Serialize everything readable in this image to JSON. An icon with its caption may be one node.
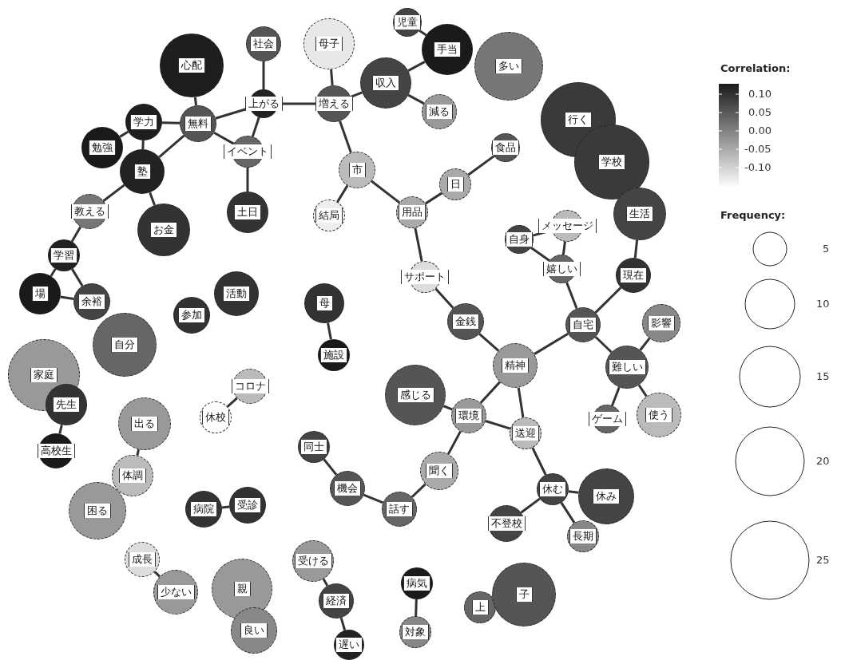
{
  "diagram": {
    "nodes": [
      {
        "text": [
          "心配"
        ]
      },
      {
        "text": [
          "社会"
        ]
      },
      {
        "text": [
          "母子"
        ]
      },
      {
        "text": [
          "児童"
        ]
      },
      {
        "text": [
          "手当"
        ]
      },
      {
        "text": [
          "多い"
        ]
      },
      {
        "text": [
          "収入"
        ]
      },
      {
        "text": [
          "上がる"
        ]
      },
      {
        "text": [
          "増える"
        ]
      },
      {
        "text": [
          "減る"
        ]
      },
      {
        "text": [
          "学力"
        ]
      },
      {
        "text": [
          "無料"
        ]
      },
      {
        "text": [
          "勉強"
        ]
      },
      {
        "text": [
          "イベント"
        ]
      },
      {
        "text": [
          "塾"
        ]
      },
      {
        "text": [
          "市"
        ]
      },
      {
        "text": [
          "日"
        ]
      },
      {
        "text": [
          "食品"
        ]
      },
      {
        "text": [
          "行く"
        ]
      },
      {
        "text": [
          "学校"
        ]
      },
      {
        "text": [
          "教える"
        ]
      },
      {
        "text": [
          "お金"
        ]
      },
      {
        "text": [
          "土日"
        ]
      },
      {
        "text": [
          "結局"
        ]
      },
      {
        "text": [
          "用品"
        ]
      },
      {
        "text": [
          "生活"
        ]
      },
      {
        "text": [
          "自身"
        ]
      },
      {
        "text": [
          "メッセージ"
        ]
      },
      {
        "text": [
          "学習"
        ]
      },
      {
        "text": [
          "嬉しい"
        ]
      },
      {
        "text": [
          "サポート"
        ]
      },
      {
        "text": [
          "現在"
        ]
      },
      {
        "text": [
          "場"
        ]
      },
      {
        "text": [
          "余裕"
        ]
      },
      {
        "text": [
          "参加"
        ]
      },
      {
        "text": [
          "活動"
        ]
      },
      {
        "text": [
          "母"
        ]
      },
      {
        "text": [
          "自分"
        ]
      },
      {
        "text": [
          "金銭"
        ]
      },
      {
        "text": [
          "自宅"
        ]
      },
      {
        "text": [
          "影響"
        ]
      },
      {
        "text": [
          "施設"
        ]
      },
      {
        "text": [
          "家庭"
        ]
      },
      {
        "text": [
          "精神"
        ]
      },
      {
        "text": [
          "難しい"
        ]
      },
      {
        "text": [
          "感じる"
        ]
      },
      {
        "text": [
          "コロナ"
        ]
      },
      {
        "text": [
          "休校"
        ]
      },
      {
        "text": [
          "先生"
        ]
      },
      {
        "text": [
          "出る"
        ]
      },
      {
        "text": [
          "環境"
        ]
      },
      {
        "text": [
          "送迎"
        ]
      },
      {
        "text": [
          "ゲーム"
        ]
      },
      {
        "text": [
          "使う"
        ]
      },
      {
        "text": [
          "高校生"
        ]
      },
      {
        "text": [
          "同士"
        ]
      },
      {
        "text": [
          "体調"
        ]
      },
      {
        "text": [
          "聞く"
        ]
      },
      {
        "text": [
          "機会"
        ]
      },
      {
        "text": [
          "話す"
        ]
      },
      {
        "text": [
          "困る"
        ]
      },
      {
        "text": [
          "病院"
        ]
      },
      {
        "text": [
          "受診"
        ]
      },
      {
        "text": [
          "休む"
        ]
      },
      {
        "text": [
          "休み"
        ]
      },
      {
        "text": [
          "不登校"
        ]
      },
      {
        "text": [
          "長期"
        ]
      },
      {
        "text": [
          "成長"
        ]
      },
      {
        "text": [
          "少ない"
        ]
      },
      {
        "text": [
          "親"
        ]
      },
      {
        "text": [
          "良い"
        ]
      },
      {
        "text": [
          "受ける"
        ]
      },
      {
        "text": [
          "経済"
        ]
      },
      {
        "text": [
          "遅い"
        ]
      },
      {
        "text": [
          "病気"
        ]
      },
      {
        "text": [
          "対象"
        ]
      },
      {
        "text": [
          "上"
        ]
      },
      {
        "text": [
          "子"
        ]
      }
    ],
    "edges": [
      {
        "from": 0,
        "to": 11,
        "arrow": "none"
      },
      {
        "from": 1,
        "to": 7,
        "arrow": "none"
      },
      {
        "from": 2,
        "to": 8,
        "arrow": "none"
      },
      {
        "from": 7,
        "to": 8,
        "arrow": "none"
      },
      {
        "from": 11,
        "to": 7,
        "arrow": "none"
      },
      {
        "from": 8,
        "to": 6,
        "arrow": "none"
      },
      {
        "from": 6,
        "to": 4,
        "arrow": "none"
      },
      {
        "from": 3,
        "to": 4,
        "arrow": "none"
      },
      {
        "from": 6,
        "to": 9,
        "arrow": "none"
      },
      {
        "from": 10,
        "to": 11,
        "arrow": "none"
      },
      {
        "from": 10,
        "to": 12,
        "arrow": "none"
      },
      {
        "from": 10,
        "to": 14,
        "arrow": "none"
      },
      {
        "from": 11,
        "to": 14,
        "arrow": "none"
      },
      {
        "from": 11,
        "to": 13,
        "arrow": "none"
      },
      {
        "from": 7,
        "to": 13,
        "arrow": "none"
      },
      {
        "from": 13,
        "to": 22,
        "arrow": "none"
      },
      {
        "from": 8,
        "to": 15,
        "arrow": "none"
      },
      {
        "from": 15,
        "to": 23,
        "arrow": "none"
      },
      {
        "from": 15,
        "to": 24,
        "arrow": "none"
      },
      {
        "from": 24,
        "to": 16,
        "arrow": "none"
      },
      {
        "from": 16,
        "to": 17,
        "arrow": "none"
      },
      {
        "from": 24,
        "to": 30,
        "arrow": "none"
      },
      {
        "from": 14,
        "to": 20,
        "arrow": "none"
      },
      {
        "from": 14,
        "to": 21,
        "arrow": "none"
      },
      {
        "from": 20,
        "to": 28,
        "arrow": "none"
      },
      {
        "from": 28,
        "to": 32,
        "arrow": "none"
      },
      {
        "from": 28,
        "to": 33,
        "arrow": "none"
      },
      {
        "from": 32,
        "to": 33,
        "arrow": "none"
      },
      {
        "from": 25,
        "to": 31,
        "arrow": "none"
      },
      {
        "from": 26,
        "to": 29,
        "arrow": "none"
      },
      {
        "from": 27,
        "to": 29,
        "arrow": "none"
      },
      {
        "from": 26,
        "to": 27,
        "arrow": "none"
      },
      {
        "from": 29,
        "to": 39,
        "arrow": "none"
      },
      {
        "from": 31,
        "to": 39,
        "arrow": "none"
      },
      {
        "from": 39,
        "to": 44,
        "arrow": "none"
      },
      {
        "from": 44,
        "to": 40,
        "arrow": "none"
      },
      {
        "from": 44,
        "to": 52,
        "arrow": "none"
      },
      {
        "from": 44,
        "to": 53,
        "arrow": "none"
      },
      {
        "from": 39,
        "to": 43,
        "arrow": "none"
      },
      {
        "from": 30,
        "to": 38,
        "arrow": "none"
      },
      {
        "from": 38,
        "to": 43,
        "arrow": "none"
      },
      {
        "from": 43,
        "to": 50,
        "arrow": "none"
      },
      {
        "from": 43,
        "to": 51,
        "arrow": "none"
      },
      {
        "from": 50,
        "to": 51,
        "arrow": "none"
      },
      {
        "from": 45,
        "to": 50,
        "arrow": "none"
      },
      {
        "from": 50,
        "to": 57,
        "arrow": "none"
      },
      {
        "from": 57,
        "to": 59,
        "arrow": "none"
      },
      {
        "from": 59,
        "to": 58,
        "arrow": "none"
      },
      {
        "from": 58,
        "to": 55,
        "arrow": "none"
      },
      {
        "from": 51,
        "to": 63,
        "arrow": "none"
      },
      {
        "from": 63,
        "to": 64,
        "arrow": "none"
      },
      {
        "from": 63,
        "to": 65,
        "arrow": "none"
      },
      {
        "from": 63,
        "to": 66,
        "arrow": "none"
      },
      {
        "from": 36,
        "to": 41,
        "arrow": "none"
      },
      {
        "from": 46,
        "to": 47,
        "arrow": "none"
      },
      {
        "from": 48,
        "to": 54,
        "arrow": "none"
      },
      {
        "from": 49,
        "to": 56,
        "arrow": "none"
      },
      {
        "from": 61,
        "to": 62,
        "arrow": "none"
      },
      {
        "from": 67,
        "to": 68,
        "arrow": "none"
      },
      {
        "from": 71,
        "to": 72,
        "arrow": "none"
      },
      {
        "from": 72,
        "to": 73,
        "arrow": "none"
      },
      {
        "from": 74,
        "to": 75,
        "arrow": "none"
      }
    ],
    "labels": [
      "Correlation:",
      "0.10",
      "0.05",
      "0.00",
      "-0.05",
      "-0.10",
      "Frequency:",
      "5",
      "10",
      "15",
      "20",
      "25"
    ]
  }
}
